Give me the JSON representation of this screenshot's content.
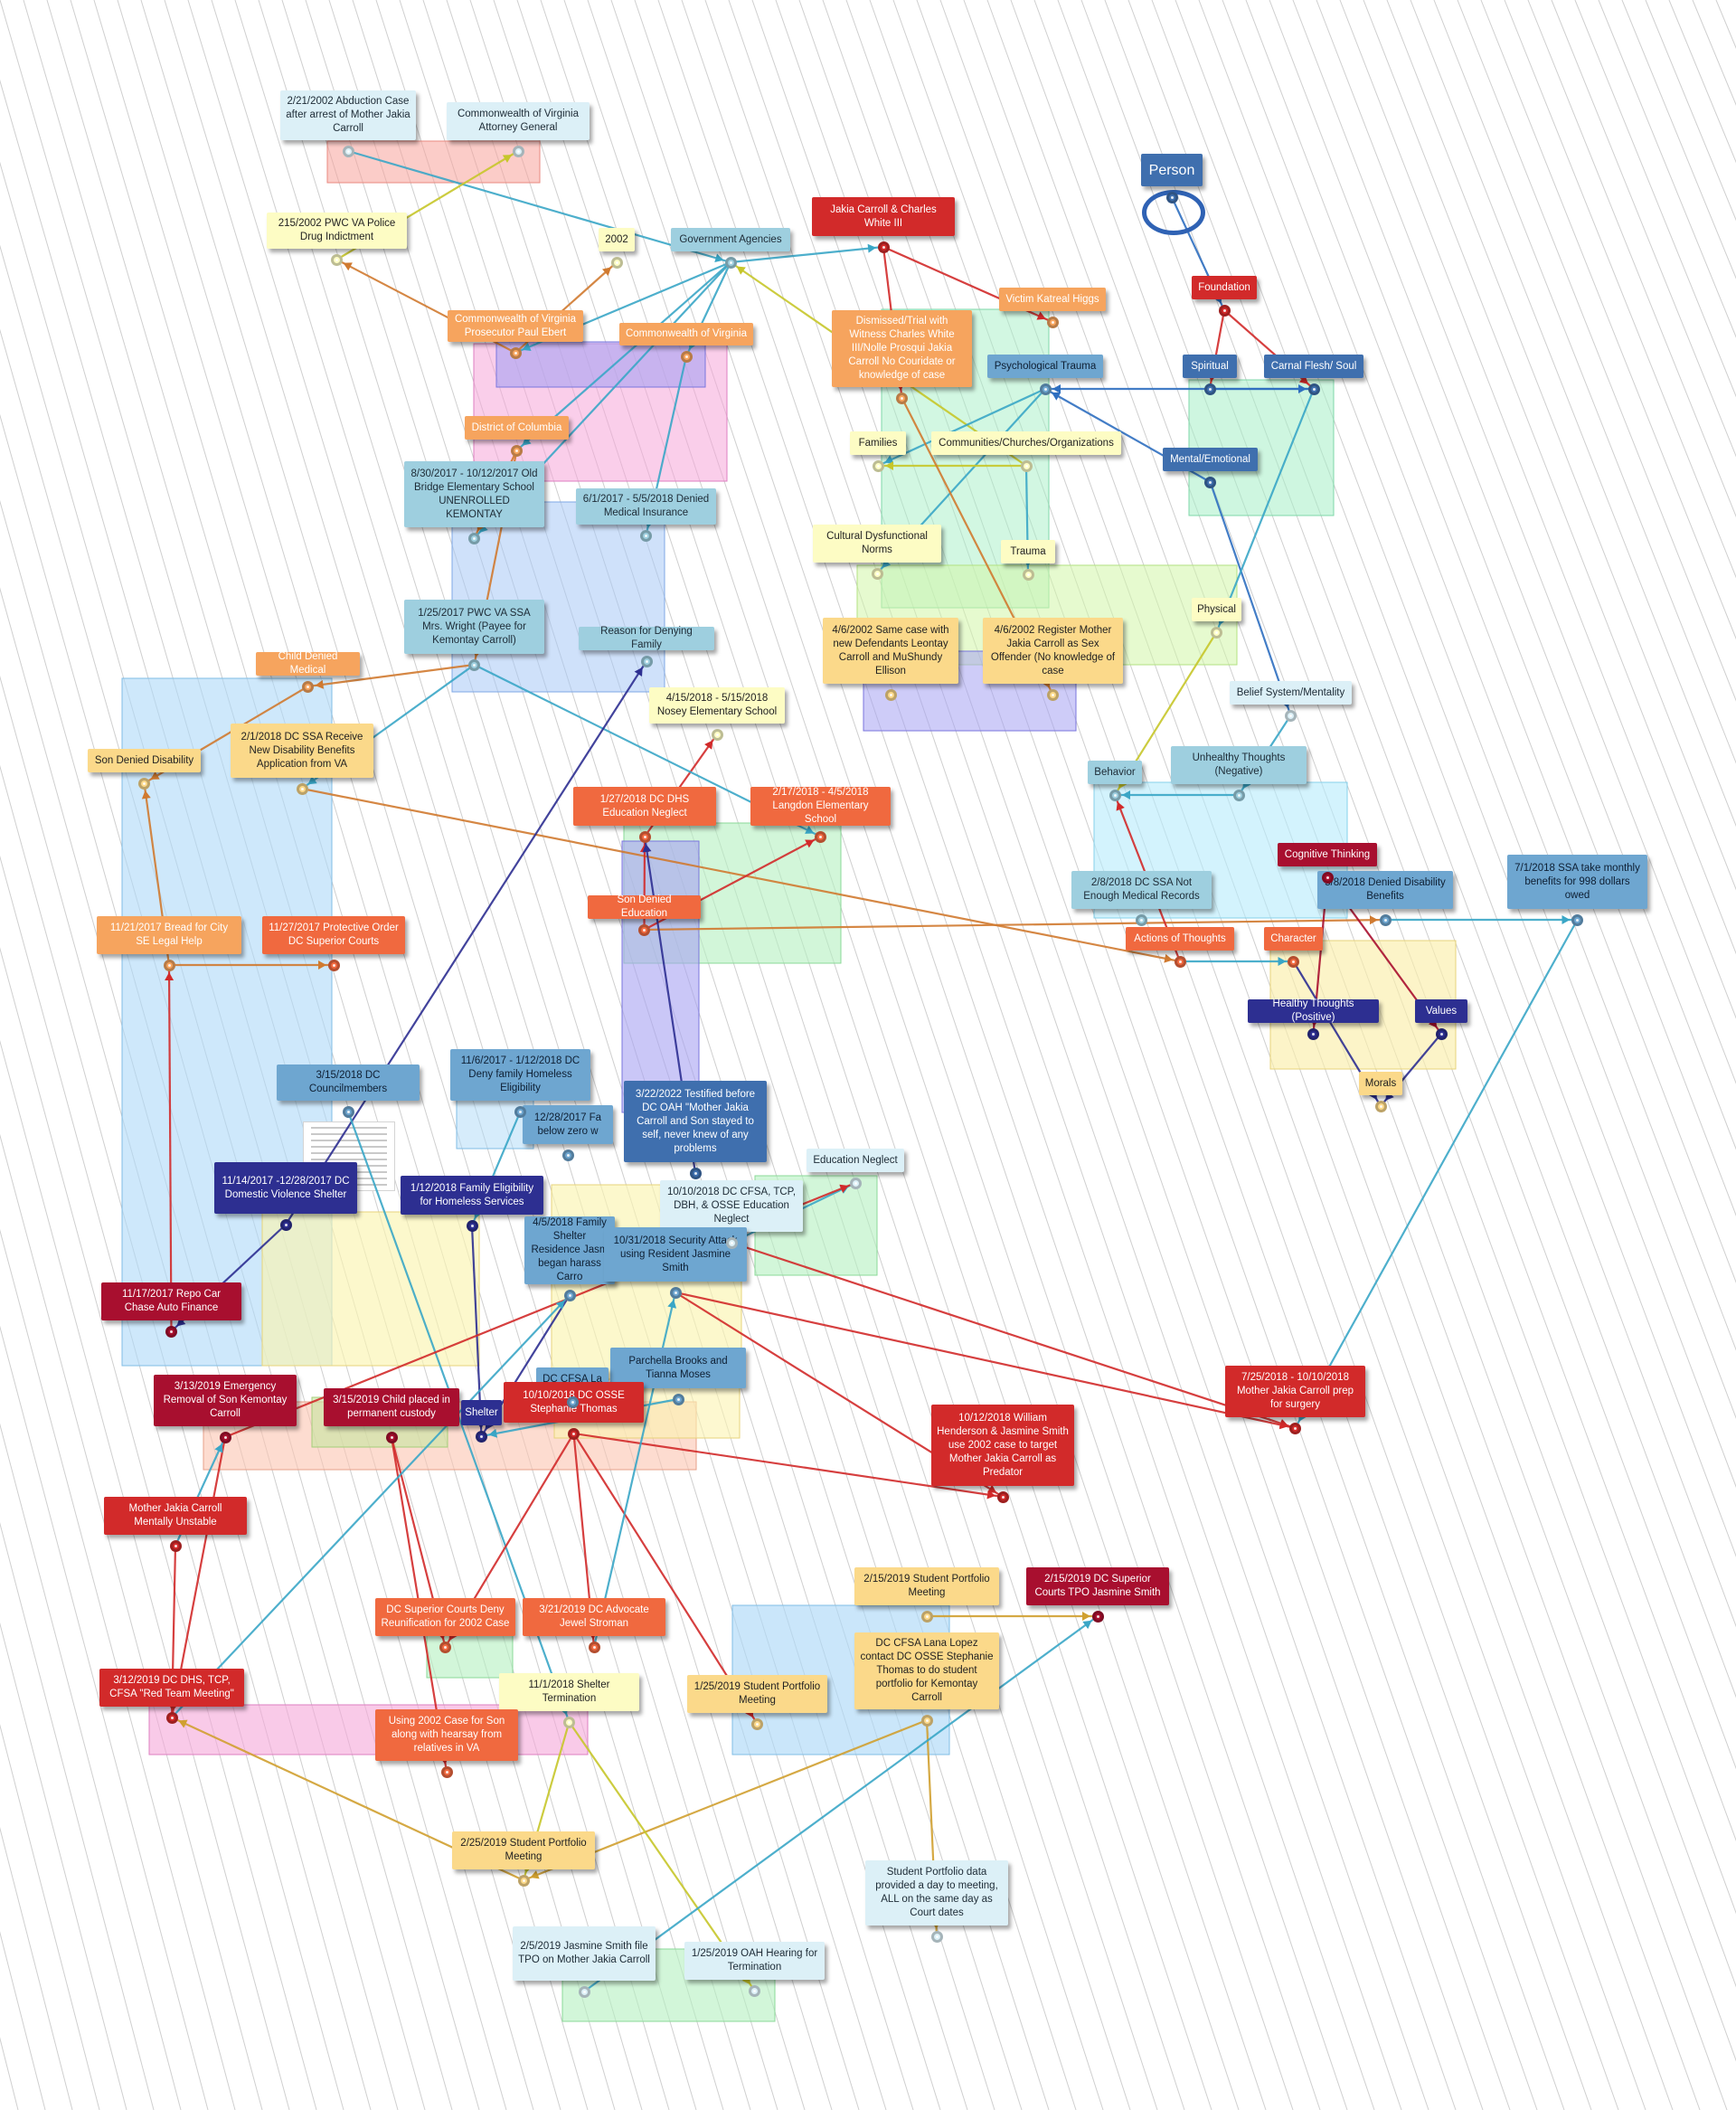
{
  "nodes": [
    {
      "id": "abduction",
      "text": "2/21/2002 Abduction Case after arrest of Mother Jakia Carroll",
      "color": "pb"
    },
    {
      "id": "cva_ag",
      "text": "Commonwealth of Virginia Attorney General",
      "color": "pb"
    },
    {
      "id": "pwc_police",
      "text": "215/2002 PWC VA Police Drug Indictment",
      "color": "ly"
    },
    {
      "id": "y2002",
      "text": "2002",
      "color": "ly"
    },
    {
      "id": "gov_agencies",
      "text": "Government Agencies",
      "color": "lb"
    },
    {
      "id": "jakia_charles",
      "text": "Jakia Carroll & Charles White III",
      "color": "rd"
    },
    {
      "id": "person",
      "text": "Person",
      "color": "db"
    },
    {
      "id": "foundation",
      "text": "Foundation",
      "color": "rd"
    },
    {
      "id": "victim",
      "text": "Victim Katreal Higgs",
      "color": "lo"
    },
    {
      "id": "dismissed",
      "text": "Dismissed/Trial with Witness Charles White III/Nolle Prosqui Jakia Carroll No Couridate or knowledge of case",
      "color": "lo"
    },
    {
      "id": "cva_prosecutor",
      "text": "Commonwealth of Virginia Prosecutor Paul Ebert",
      "color": "lo"
    },
    {
      "id": "cva",
      "text": "Commonwealth of Virginia",
      "color": "lo"
    },
    {
      "id": "psych_trauma",
      "text": "Psychological Trauma",
      "color": "mb"
    },
    {
      "id": "spiritual",
      "text": "Spiritual",
      "color": "db"
    },
    {
      "id": "carnal",
      "text": "Carnal Flesh/ Soul",
      "color": "db"
    },
    {
      "id": "dc",
      "text": "District of Columbia",
      "color": "lo"
    },
    {
      "id": "families",
      "text": "Families",
      "color": "ly"
    },
    {
      "id": "communities",
      "text": "Communities/Churches/Organizations",
      "color": "ly"
    },
    {
      "id": "mental",
      "text": "Mental/Emotional",
      "color": "db"
    },
    {
      "id": "old_bridge",
      "text": "8/30/2017 - 10/12/2017 Old Bridge Elementary School UNENROLLED KEMONTAY",
      "color": "lb"
    },
    {
      "id": "denied_medical_ins",
      "text": "6/1/2017 - 5/5/2018 Denied Medical Insurance",
      "color": "lb"
    },
    {
      "id": "cultural",
      "text": "Cultural Dysfunctional Norms",
      "color": "ly"
    },
    {
      "id": "trauma",
      "text": "Trauma",
      "color": "ly"
    },
    {
      "id": "pwc_ssa",
      "text": "1/25/2017 PWC VA SSA Mrs. Wright (Payee for Kemontay Carroll)",
      "color": "lb"
    },
    {
      "id": "reason_denying",
      "text": "Reason for Denying Family",
      "color": "lb"
    },
    {
      "id": "same_case",
      "text": "4/6/2002 Same case with new Defendants Leontay Carroll and MuShundy Ellison",
      "color": "ye"
    },
    {
      "id": "register",
      "text": "4/6/2002 Register Mother Jakia Carroll as Sex Offender (No knowledge of case",
      "color": "ye"
    },
    {
      "id": "physical",
      "text": "Physical",
      "color": "ly"
    },
    {
      "id": "child_denied_medical",
      "text": "Child Denied Medical",
      "color": "lo"
    },
    {
      "id": "belief",
      "text": "Belief System/Mentality",
      "color": "pb"
    },
    {
      "id": "nosey",
      "text": "4/15/2018 - 5/15/2018 Nosey Elementary School",
      "color": "ly"
    },
    {
      "id": "son_denied_disability",
      "text": "Son Denied Disability",
      "color": "ye"
    },
    {
      "id": "dc_ssa_receive",
      "text": "2/1/2018 DC SSA Receive New Disability Benefits Application from VA",
      "color": "ye"
    },
    {
      "id": "behavior",
      "text": "Behavior",
      "color": "lb"
    },
    {
      "id": "unhealthy",
      "text": "Unhealthy Thoughts (Negative)",
      "color": "lb"
    },
    {
      "id": "dhs_edu_neglect",
      "text": "1/27/2018 DC DHS Education Neglect",
      "color": "or"
    },
    {
      "id": "langdon",
      "text": "2/17/2018 - 4/5/2018 Langdon Elementary School",
      "color": "or"
    },
    {
      "id": "cognitive",
      "text": "Cognitive Thinking",
      "color": "cr"
    },
    {
      "id": "ssa_not_enough",
      "text": "2/8/2018 DC SSA Not Enough Medical Records",
      "color": "lb"
    },
    {
      "id": "denied_disability_benefits",
      "text": "5/8/2018 Denied Disability Benefits",
      "color": "mb"
    },
    {
      "id": "ssa_monthly",
      "text": "7/1/2018 SSA take monthly benefits for 998 dollars owed",
      "color": "mb"
    },
    {
      "id": "son_denied_education",
      "text": "Son Denied Education",
      "color": "or"
    },
    {
      "id": "bread_for_city",
      "text": "11/21/2017 Bread for City SE Legal Help",
      "color": "lo"
    },
    {
      "id": "protective_order",
      "text": "11/27/2017 Protective Order DC Superior Courts",
      "color": "or"
    },
    {
      "id": "actions",
      "text": "Actions of Thoughts",
      "color": "or"
    },
    {
      "id": "character",
      "text": "Character",
      "color": "or"
    },
    {
      "id": "healthy",
      "text": "Healthy Thoughts (Positive)",
      "color": "nv"
    },
    {
      "id": "values",
      "text": "Values",
      "color": "nv"
    },
    {
      "id": "councilmembers",
      "text": "3/15/2018 DC Councilmembers",
      "color": "mb"
    },
    {
      "id": "deny_homeless",
      "text": "11/6/2017 - 1/12/2018 DC Deny family Homeless Eligibility",
      "color": "mb"
    },
    {
      "id": "below_zero",
      "text": "12/28/2017 Fa below zero w",
      "color": "mb"
    },
    {
      "id": "testified",
      "text": "3/22/2022 Testified before DC OAH \"Mother Jakia Carroll and Son stayed to self, never knew of any problems",
      "color": "db"
    },
    {
      "id": "morals",
      "text": "Morals",
      "color": "ye"
    },
    {
      "id": "dv_shelter",
      "text": "11/14/2017 -12/28/2017 DC Domestic Violence Shelter",
      "color": "nv"
    },
    {
      "id": "family_eligibility",
      "text": "1/12/2018 Family Eligibility for Homeless Services",
      "color": "nv"
    },
    {
      "id": "cfsa_tcp",
      "text": "10/10/2018 DC CFSA, TCP, DBH, & OSSE Education Neglect",
      "color": "pb"
    },
    {
      "id": "education_neglect",
      "text": "Education Neglect",
      "color": "pb"
    },
    {
      "id": "family_shelter",
      "text": "4/5/2018 Family Shelter Residence Jasm began harass Carro",
      "color": "mb"
    },
    {
      "id": "security_attack",
      "text": "10/31/2018 Security Attack using Resident Jasmine Smith",
      "color": "mb"
    },
    {
      "id": "repo_car",
      "text": "11/17/2017 Repo Car Chase Auto Finance",
      "color": "cr"
    },
    {
      "id": "parchella",
      "text": "Parchella Brooks and Tianna Moses",
      "color": "mb"
    },
    {
      "id": "cfsa_la",
      "text": "DC CFSA La",
      "color": "mb"
    },
    {
      "id": "emergency_removal",
      "text": "3/13/2019 Emergency Removal of Son Kemontay Carroll",
      "color": "cr"
    },
    {
      "id": "permanent_custody",
      "text": "3/15/2019 Child placed in permanent custody",
      "color": "cr"
    },
    {
      "id": "shelter",
      "text": "Shelter",
      "color": "nv"
    },
    {
      "id": "osse_thomas",
      "text": "10/10/2018 DC OSSE Stephanie Thomas",
      "color": "rd"
    },
    {
      "id": "william_henderson",
      "text": "10/12/2018 William Henderson & Jasmine Smith use 2002 case to target Mother Jakia Carroll as Predator",
      "color": "rd"
    },
    {
      "id": "surgery",
      "text": "7/25/2018 - 10/10/2018 Mother Jakia Carroll prep for surgery",
      "color": "rd"
    },
    {
      "id": "mentally_unstable",
      "text": "Mother Jakia Carroll Mentally Unstable",
      "color": "rd"
    },
    {
      "id": "portfolio_215",
      "text": "2/15/2019 Student Portfolio Meeting",
      "color": "ye"
    },
    {
      "id": "tpo_superior",
      "text": "2/15/2019 DC Superior Courts TPO Jasmine Smith",
      "color": "cr"
    },
    {
      "id": "deny_reunification",
      "text": "DC Superior Courts Deny Reunification for 2002 Case",
      "color": "or"
    },
    {
      "id": "advocate",
      "text": "3/21/2019 DC Advocate Jewel Stroman",
      "color": "or"
    },
    {
      "id": "lana_lopez",
      "text": "DC CFSA Lana Lopez contact DC OSSE Stephanie Thomas to do student portfolio for Kemontay Carroll",
      "color": "ye"
    },
    {
      "id": "red_team",
      "text": "3/12/2019 DC DHS, TCP, CFSA \"Red Team Meeting\"",
      "color": "rd"
    },
    {
      "id": "shelter_termination",
      "text": "11/1/2018 Shelter Termination",
      "color": "ly"
    },
    {
      "id": "portfolio_125",
      "text": "1/25/2019 Student Portfolio Meeting",
      "color": "ye"
    },
    {
      "id": "using_2002",
      "text": "Using 2002 Case for Son along with hearsay from relatives in VA",
      "color": "or"
    },
    {
      "id": "portfolio_225",
      "text": "2/25/2019 Student Portfolio Meeting",
      "color": "ye"
    },
    {
      "id": "portfolio_data",
      "text": "Student Portfolio data provided a day to meeting, ALL on the same day as Court dates",
      "color": "pb"
    },
    {
      "id": "jasmine_tpo",
      "text": "2/5/2019 Jasmine Smith file TPO on Mother Jakia Carroll",
      "color": "pb"
    },
    {
      "id": "oah_hearing",
      "text": "1/25/2019 OAH Hearing for Termination",
      "color": "pb"
    }
  ],
  "edges": [
    [
      "gov_agencies",
      "jakia_charles",
      "#3aa6c6"
    ],
    [
      "abduction",
      "gov_agencies",
      "#3aa6c6"
    ],
    [
      "pwc_police",
      "cva_ag",
      "#c6c62a"
    ],
    [
      "jakia_charles",
      "victim",
      "#d22a2a"
    ],
    [
      "jakia_charles",
      "dismissed",
      "#d22a2a"
    ],
    [
      "cva_prosecutor",
      "pwc_police",
      "#d07a30"
    ],
    [
      "cva_prosecutor",
      "y2002",
      "#d07a30"
    ],
    [
      "gov_agencies",
      "cva",
      "#3aa6c6"
    ],
    [
      "gov_agencies",
      "cva_prosecutor",
      "#3aa6c6"
    ],
    [
      "gov_agencies",
      "dc",
      "#3aa6c6"
    ],
    [
      "gov_agencies",
      "old_bridge",
      "#3aa6c6"
    ],
    [
      "communities",
      "gov_agencies",
      "#c6c62a"
    ],
    [
      "person",
      "foundation",
      "#2f6fc0"
    ],
    [
      "foundation",
      "spiritual",
      "#d22a2a"
    ],
    [
      "foundation",
      "carnal",
      "#d22a2a"
    ],
    [
      "spiritual",
      "carnal",
      "#2f6fc0"
    ],
    [
      "carnal",
      "psych_trauma",
      "#2f6fc0"
    ],
    [
      "mental",
      "psych_trauma",
      "#2f6fc0"
    ],
    [
      "psych_trauma",
      "families",
      "#3aa6c6"
    ],
    [
      "psych_trauma",
      "cultural",
      "#3aa6c6"
    ],
    [
      "communities",
      "families",
      "#c6c62a"
    ],
    [
      "communities",
      "trauma",
      "#3aa6c6"
    ],
    [
      "dismissed",
      "register",
      "#d07a30"
    ],
    [
      "mental",
      "belief",
      "#2f6fc0"
    ],
    [
      "carnal",
      "physical",
      "#3aa6c6"
    ],
    [
      "physical",
      "behavior",
      "#c6c62a"
    ],
    [
      "belief",
      "unhealthy",
      "#3aa6c6"
    ],
    [
      "unhealthy",
      "behavior",
      "#3aa6c6"
    ],
    [
      "dc",
      "old_bridge",
      "#d07a30"
    ],
    [
      "dc",
      "pwc_ssa",
      "#d07a30"
    ],
    [
      "cva",
      "denied_medical_ins",
      "#3aa6c6"
    ],
    [
      "pwc_ssa",
      "child_denied_medical",
      "#d07a30"
    ],
    [
      "pwc_ssa",
      "dc_ssa_receive",
      "#3aa6c6"
    ],
    [
      "child_denied_medical",
      "son_denied_disability",
      "#d07a30"
    ],
    [
      "bread_for_city",
      "son_denied_disability",
      "#d07a30"
    ],
    [
      "bread_for_city",
      "protective_order",
      "#d07a30"
    ],
    [
      "dc_ssa_receive",
      "actions",
      "#d07a30"
    ],
    [
      "son_denied_education",
      "dhs_edu_neglect",
      "#d22a2a"
    ],
    [
      "son_denied_education",
      "langdon",
      "#d22a2a"
    ],
    [
      "dhs_edu_neglect",
      "nosey",
      "#d22a2a"
    ],
    [
      "pwc_ssa",
      "langdon",
      "#3aa6c6"
    ],
    [
      "son_denied_education",
      "denied_disability_benefits",
      "#d07a30"
    ],
    [
      "cognitive",
      "values",
      "#a80f2f"
    ],
    [
      "cognitive",
      "healthy",
      "#a80f2f"
    ],
    [
      "actions",
      "behavior",
      "#d22a2a"
    ],
    [
      "denied_disability_benefits",
      "ssa_monthly",
      "#3aa6c6"
    ],
    [
      "actions",
      "character",
      "#3aa6c6"
    ],
    [
      "character",
      "morals",
      "#2d2f91"
    ],
    [
      "values",
      "morals",
      "#2d2f91"
    ],
    [
      "ssa_monthly",
      "surgery",
      "#3aa6c6"
    ],
    [
      "repo_car",
      "bread_for_city",
      "#d22a2a"
    ],
    [
      "dv_shelter",
      "repo_car",
      "#2d2f91"
    ],
    [
      "family_eligibility",
      "shelter",
      "#2d2f91"
    ],
    [
      "dv_shelter",
      "reason_denying",
      "#2d2f91"
    ],
    [
      "deny_homeless",
      "family_eligibility",
      "#3aa6c6"
    ],
    [
      "councilmembers",
      "shelter_termination",
      "#3aa6c6"
    ],
    [
      "family_shelter",
      "shelter",
      "#2d2f91"
    ],
    [
      "security_attack",
      "william_henderson",
      "#d22a2a"
    ],
    [
      "security_attack",
      "surgery",
      "#d22a2a"
    ],
    [
      "cfsa_tcp",
      "education_neglect",
      "#3aa6c6"
    ],
    [
      "emergency_removal",
      "education_neglect",
      "#d22a2a"
    ],
    [
      "osse_thomas",
      "william_henderson",
      "#d22a2a"
    ],
    [
      "osse_thomas",
      "deny_reunification",
      "#d22a2a"
    ],
    [
      "osse_thomas",
      "advocate",
      "#d22a2a"
    ],
    [
      "osse_thomas",
      "portfolio_125",
      "#d22a2a"
    ],
    [
      "permanent_custody",
      "using_2002",
      "#d22a2a"
    ],
    [
      "permanent_custody",
      "deny_reunification",
      "#d22a2a"
    ],
    [
      "emergency_removal",
      "red_team",
      "#d22a2a"
    ],
    [
      "mentally_unstable",
      "red_team",
      "#d22a2a"
    ],
    [
      "portfolio_215",
      "tpo_superior",
      "#d0a030"
    ],
    [
      "lana_lopez",
      "portfolio_data",
      "#d0a030"
    ],
    [
      "lana_lopez",
      "portfolio_225",
      "#d0a030"
    ],
    [
      "shelter_termination",
      "oah_hearing",
      "#c6c62a"
    ],
    [
      "portfolio_225",
      "red_team",
      "#d0a030"
    ],
    [
      "jasmine_tpo",
      "tpo_superior",
      "#3aa6c6"
    ],
    [
      "shelter_termination",
      "portfolio_225",
      "#c6c62a"
    ],
    [
      "advocate",
      "security_attack",
      "#3aa6c6"
    ],
    [
      "parchella",
      "shelter",
      "#3aa6c6"
    ],
    [
      "testified",
      "dhs_edu_neglect",
      "#2d2f91"
    ],
    [
      "red_team",
      "family_shelter",
      "#3aa6c6"
    ],
    [
      "mentally_unstable",
      "emergency_removal",
      "#3aa6c6"
    ],
    [
      "cfsa_tcp",
      "surgery",
      "#d22a2a"
    ]
  ]
}
